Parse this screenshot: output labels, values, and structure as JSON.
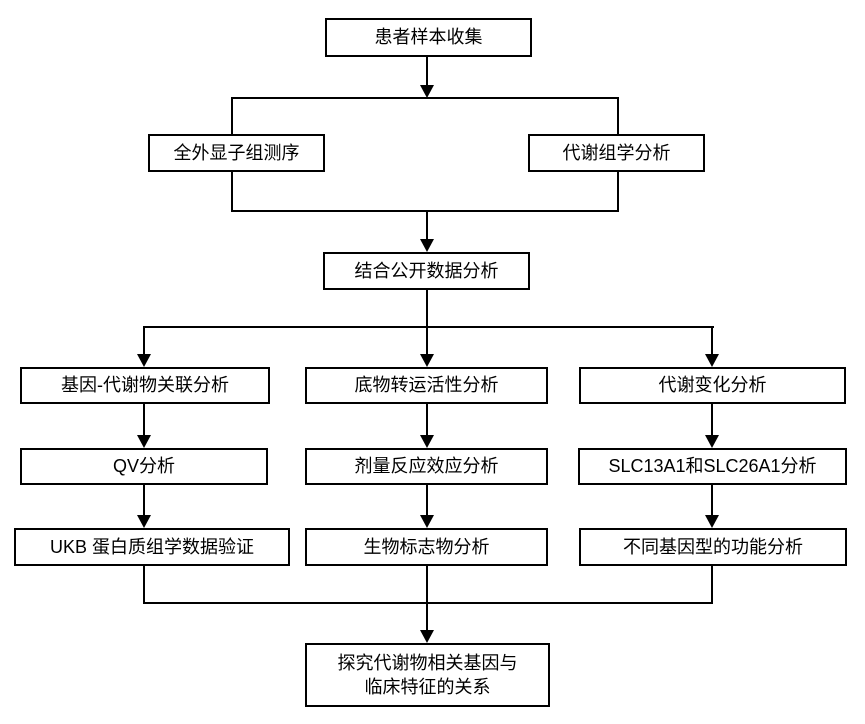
{
  "diagram_type": "flowchart",
  "nodes": {
    "patient_sample": "患者样本收集",
    "wes": "全外显子组测序",
    "metabolomics": "代谢组学分析",
    "public_data": "结合公开数据分析",
    "gene_metabolite": "基因-代谢物关联分析",
    "substrate_transport": "底物转运活性分析",
    "metabolic_change": "代谢变化分析",
    "qv": "QV分析",
    "dose_response": "剂量反应效应分析",
    "slc_analysis": "SLC13A1和SLC26A1分析",
    "ukb_validation": "UKB 蛋白质组学数据验证",
    "biomarker": "生物标志物分析",
    "genotype_function": "不同基因型的功能分析",
    "conclusion_line1": "探究代谢物相关基因与",
    "conclusion_line2": "临床特征的关系"
  },
  "colors": {
    "background": "#ffffff",
    "line": "#000000",
    "box_border": "#000000",
    "box_fill": "#ffffff",
    "text": "#000000"
  }
}
